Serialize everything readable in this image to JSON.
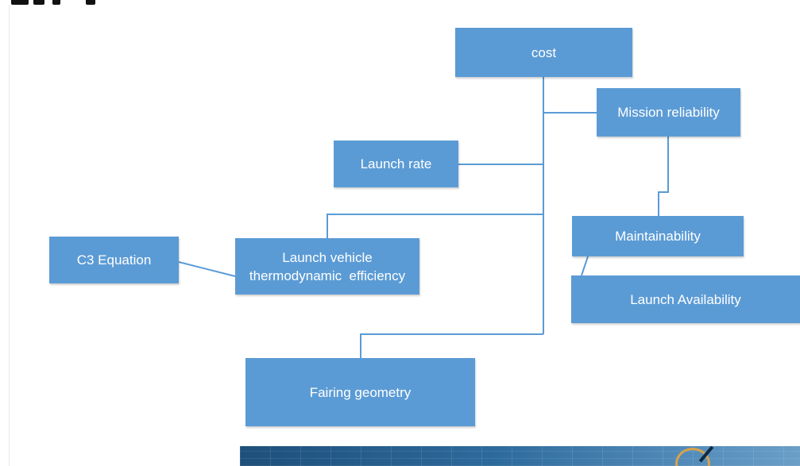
{
  "diagram": {
    "nodes": {
      "cost": "cost",
      "mission_reliability": "Mission reliability",
      "launch_rate": "Launch rate",
      "maintainability": "Maintainability",
      "c3_equation": "C3 Equation",
      "lv_efficiency_line1": "Launch vehicle",
      "lv_efficiency_line2": "thermodynamic  efficiency",
      "launch_availability": "Launch Availability",
      "fairing_geometry": "Fairing geometry"
    },
    "colors": {
      "box_fill": "#5b9bd5",
      "box_text": "#ffffff",
      "connector": "#5b9bd5"
    }
  }
}
